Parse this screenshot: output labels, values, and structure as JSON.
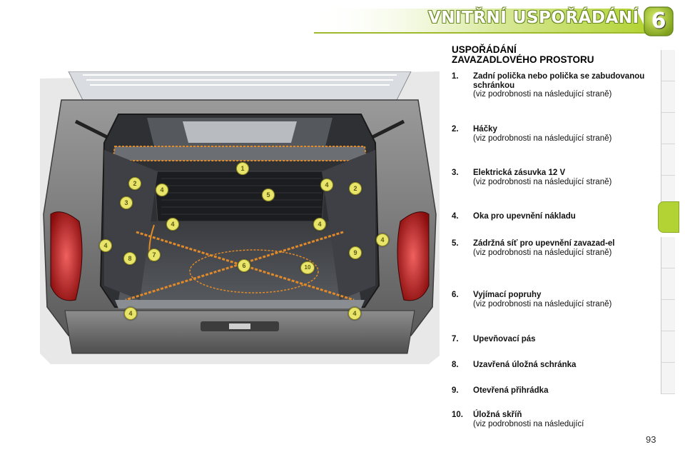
{
  "header": {
    "chapter_title": "VNITŘNÍ USPOŘÁDÁNÍ",
    "chapter_number": "6",
    "accent_color": "#b3d335"
  },
  "section": {
    "title_line1": "USPOŘÁDÁNÍ",
    "title_line2": "ZAVAZADLOVÉHO PROSTORU"
  },
  "items": [
    {
      "number": "1.",
      "label": "Zadní polička nebo polička se zabudovanou schránkou",
      "note": "(viz podrobnosti na následující straně)"
    },
    {
      "number": "2.",
      "label": "Háčky",
      "note": "(viz podrobnosti na následující straně)"
    },
    {
      "number": "3.",
      "label": "Elektrická zásuvka 12 V",
      "note": "(viz podrobnosti na následující straně)"
    },
    {
      "number": "4.",
      "label": "Oka pro upevnění nákladu",
      "note": ""
    },
    {
      "number": "5.",
      "label": "Zádržná síť pro upevnění zavazad-el",
      "note": "(viz podrobnosti na následující straně)"
    },
    {
      "number": "6.",
      "label": "Vyjímací popruhy",
      "note": "(viz podrobnosti na následující straně)"
    },
    {
      "number": "7.",
      "label": "Upevňovací pás",
      "note": ""
    },
    {
      "number": "8.",
      "label": "Uzavřená úložná schránka",
      "note": ""
    },
    {
      "number": "9.",
      "label": "Otevřená přihrádka",
      "note": ""
    },
    {
      "number": "10.",
      "label": "Úložná skříň",
      "note": "(viz podrobnosti na následující"
    }
  ],
  "illustration": {
    "callouts": [
      "1",
      "2",
      "2",
      "3",
      "4",
      "4",
      "4",
      "4",
      "4",
      "4",
      "4",
      "4",
      "5",
      "6",
      "7",
      "8",
      "9",
      "10"
    ]
  },
  "page_number": "93"
}
